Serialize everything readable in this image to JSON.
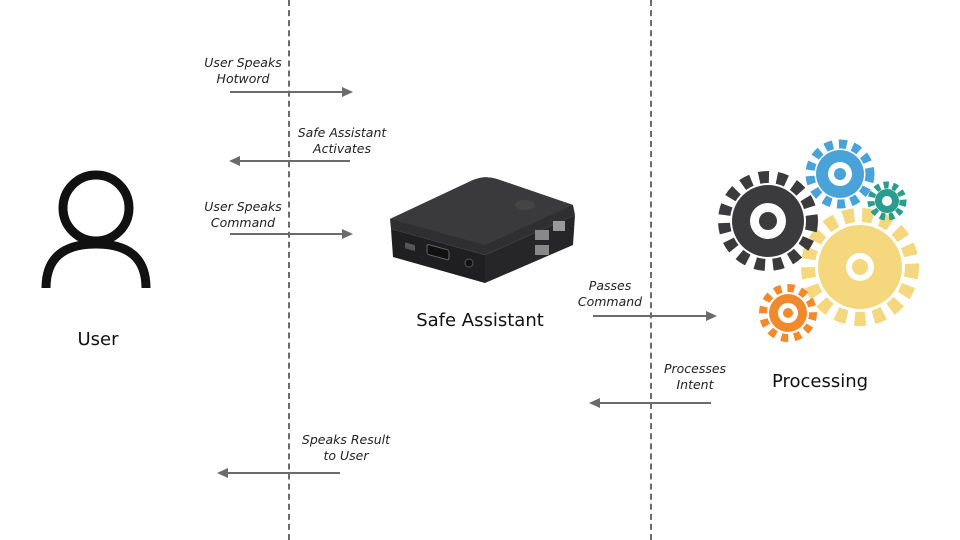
{
  "actors": {
    "user": "User",
    "device": "Safe Assistant",
    "processing": "Processing"
  },
  "steps": [
    {
      "label": "User Speaks\nHotword",
      "direction": "right"
    },
    {
      "label": "Safe Assistant\nActivates",
      "direction": "left"
    },
    {
      "label": "User Speaks\nCommand",
      "direction": "right"
    },
    {
      "label": "Passes\nCommand",
      "direction": "right"
    },
    {
      "label": "Processes\nIntent",
      "direction": "left"
    },
    {
      "label": "Speaks Result\nto User",
      "direction": "left"
    }
  ],
  "colors": {
    "arrow": "#6b6b6b",
    "divider": "#6b6b6b",
    "user_icon": "#111111",
    "device_body": "#2b2b2d",
    "gear_dark": "#3b3b3d",
    "gear_blue": "#4aa3d8",
    "gear_teal": "#2a9d8f",
    "gear_yellow": "#f5d77e",
    "gear_orange": "#f08a2c"
  },
  "icons": {
    "user": "person-outline-icon",
    "device": "raspberry-pi-case-image",
    "processing": "gears-icon"
  }
}
